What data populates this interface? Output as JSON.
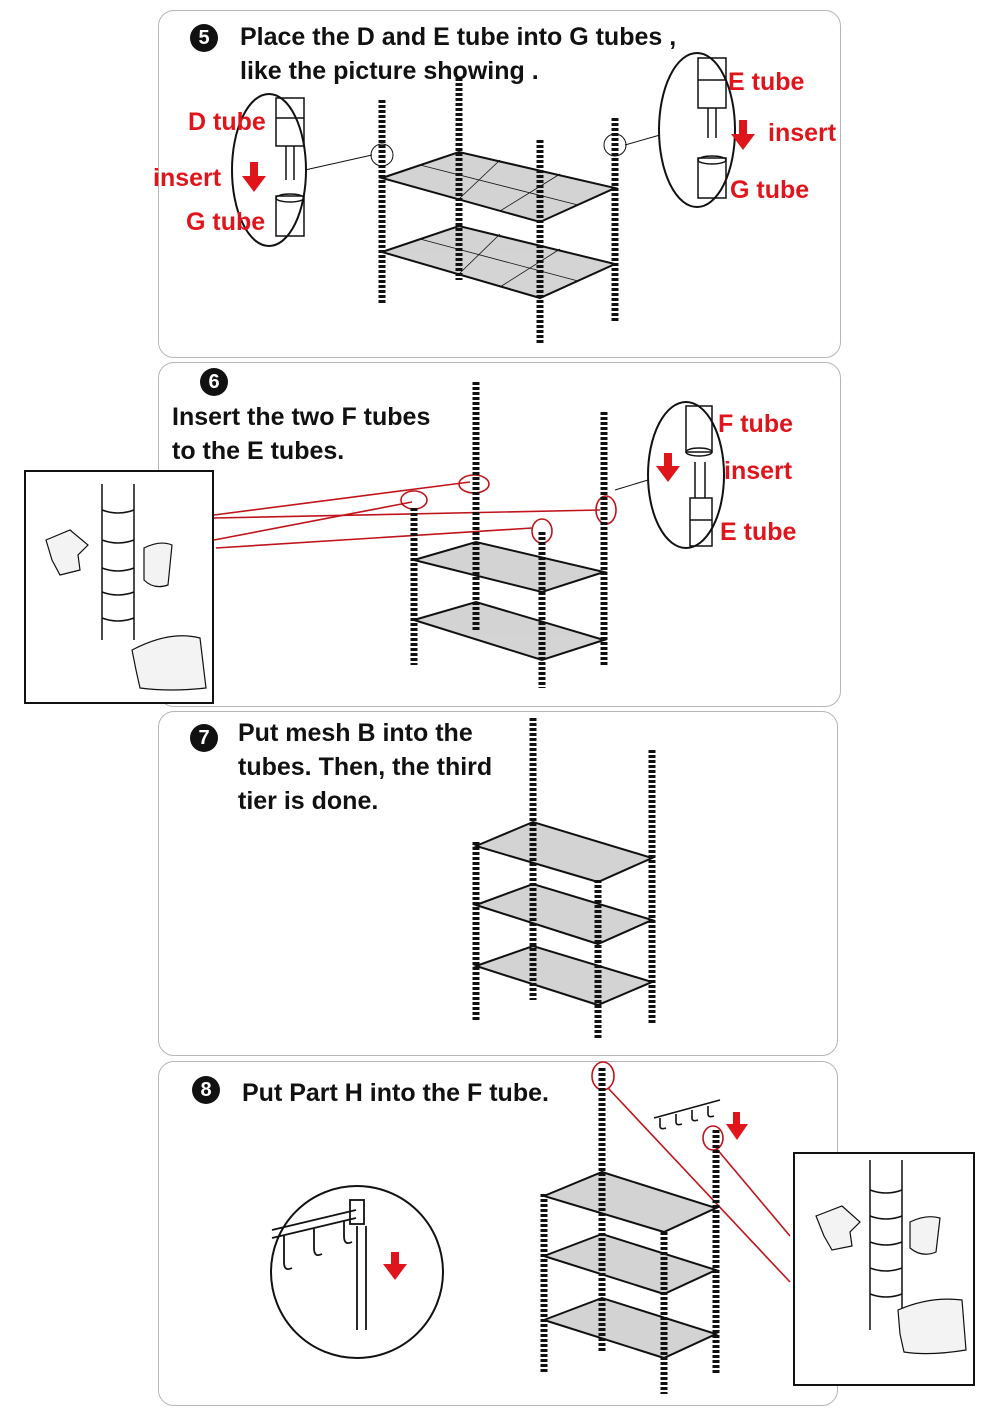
{
  "steps": [
    {
      "number": "5",
      "lines": [
        "Place the D and E tube into G tubes ,",
        "like the picture showing ."
      ],
      "labels": {
        "d_tube": "D tube",
        "insert_left": "insert",
        "g_tube_left": "G tube",
        "e_tube": "E tube",
        "insert_right": "insert",
        "g_tube_right": "G tube"
      }
    },
    {
      "number": "6",
      "lines": [
        "Insert the two F tubes",
        "to the E tubes."
      ],
      "labels": {
        "f_tube": "F tube",
        "insert": "insert",
        "e_tube": "E tube"
      }
    },
    {
      "number": "7",
      "lines": [
        "Put mesh B into the",
        "tubes. Then, the third",
        "tier is done."
      ]
    },
    {
      "number": "8",
      "lines": [
        "Put Part H into the F tube."
      ]
    }
  ],
  "colors": {
    "accent_red": "#e0151b",
    "annotation_red": "#c0141b",
    "line": "#111111",
    "panel_border": "#b5b5b5"
  }
}
